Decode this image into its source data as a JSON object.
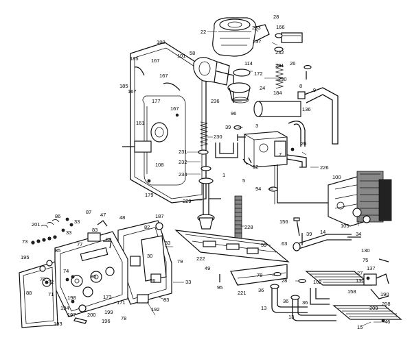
{
  "diagram": {
    "callouts": [
      {
        "id": "c28a",
        "text": "28"
      },
      {
        "id": "c22",
        "text": "22"
      },
      {
        "id": "c233",
        "text": "233"
      },
      {
        "id": "c166",
        "text": "166"
      },
      {
        "id": "c237",
        "text": "237"
      },
      {
        "id": "c232a",
        "text": "232"
      },
      {
        "id": "c231a",
        "text": "231"
      },
      {
        "id": "c180",
        "text": "180"
      },
      {
        "id": "c101",
        "text": "101"
      },
      {
        "id": "c58",
        "text": "58"
      },
      {
        "id": "c114",
        "text": "114"
      },
      {
        "id": "c26a",
        "text": "26"
      },
      {
        "id": "c172",
        "text": "172"
      },
      {
        "id": "c230a",
        "text": "230"
      },
      {
        "id": "c185a",
        "text": "185"
      },
      {
        "id": "c167a",
        "text": "167"
      },
      {
        "id": "c185b",
        "text": "185"
      },
      {
        "id": "c167b",
        "text": "167"
      },
      {
        "id": "c167c",
        "text": "167"
      },
      {
        "id": "c24",
        "text": "24"
      },
      {
        "id": "c184",
        "text": "184"
      },
      {
        "id": "c8",
        "text": "8"
      },
      {
        "id": "c9",
        "text": "9"
      },
      {
        "id": "c177",
        "text": "177"
      },
      {
        "id": "c167d",
        "text": "167"
      },
      {
        "id": "c236",
        "text": "236"
      },
      {
        "id": "c96",
        "text": "96"
      },
      {
        "id": "c136",
        "text": "136"
      },
      {
        "id": "c39a",
        "text": "39"
      },
      {
        "id": "c3",
        "text": "3"
      },
      {
        "id": "c161",
        "text": "161"
      },
      {
        "id": "c230b",
        "text": "230"
      },
      {
        "id": "c26b",
        "text": "26"
      },
      {
        "id": "c7",
        "text": "7"
      },
      {
        "id": "c231b",
        "text": "231"
      },
      {
        "id": "c232b",
        "text": "232"
      },
      {
        "id": "c108",
        "text": "108"
      },
      {
        "id": "c52",
        "text": "52"
      },
      {
        "id": "c226",
        "text": "226"
      },
      {
        "id": "c234",
        "text": "234"
      },
      {
        "id": "c1",
        "text": "1"
      },
      {
        "id": "c5",
        "text": "5"
      },
      {
        "id": "c100",
        "text": "100"
      },
      {
        "id": "c94",
        "text": "94"
      },
      {
        "id": "c179",
        "text": "179"
      },
      {
        "id": "c229",
        "text": "229"
      },
      {
        "id": "c187",
        "text": "187"
      },
      {
        "id": "c86",
        "text": "86"
      },
      {
        "id": "c87",
        "text": "87"
      },
      {
        "id": "c47",
        "text": "47"
      },
      {
        "id": "c48",
        "text": "48"
      },
      {
        "id": "c201",
        "text": "201"
      },
      {
        "id": "c33a",
        "text": "33"
      },
      {
        "id": "c33b",
        "text": "33"
      },
      {
        "id": "c83a",
        "text": "83"
      },
      {
        "id": "c89",
        "text": "89"
      },
      {
        "id": "c82",
        "text": "82"
      },
      {
        "id": "c156",
        "text": "156"
      },
      {
        "id": "c39b",
        "text": "39"
      },
      {
        "id": "c105",
        "text": "105"
      },
      {
        "id": "c34",
        "text": "34"
      },
      {
        "id": "c228",
        "text": "228"
      },
      {
        "id": "c73",
        "text": "73"
      },
      {
        "id": "c85",
        "text": "85"
      },
      {
        "id": "c77",
        "text": "77"
      },
      {
        "id": "c33c",
        "text": "33"
      },
      {
        "id": "c14",
        "text": "14"
      },
      {
        "id": "c63",
        "text": "63"
      },
      {
        "id": "c59",
        "text": "59"
      },
      {
        "id": "c222",
        "text": "222"
      },
      {
        "id": "c130a",
        "text": "130"
      },
      {
        "id": "c195",
        "text": "195"
      },
      {
        "id": "c30",
        "text": "30"
      },
      {
        "id": "c79",
        "text": "79"
      },
      {
        "id": "c75",
        "text": "75"
      },
      {
        "id": "c137",
        "text": "137"
      },
      {
        "id": "c70",
        "text": "70"
      },
      {
        "id": "c74",
        "text": "74"
      },
      {
        "id": "c72",
        "text": "72"
      },
      {
        "id": "c80",
        "text": "80"
      },
      {
        "id": "c76",
        "text": "76"
      },
      {
        "id": "c33d",
        "text": "33"
      },
      {
        "id": "c49",
        "text": "49"
      },
      {
        "id": "c78a",
        "text": "78"
      },
      {
        "id": "c28b",
        "text": "28"
      },
      {
        "id": "c102",
        "text": "102"
      },
      {
        "id": "c27",
        "text": "27"
      },
      {
        "id": "c130b",
        "text": "130"
      },
      {
        "id": "c88",
        "text": "88"
      },
      {
        "id": "c71",
        "text": "71"
      },
      {
        "id": "c95",
        "text": "95"
      },
      {
        "id": "c221",
        "text": "221"
      },
      {
        "id": "c36a",
        "text": "36"
      },
      {
        "id": "c158",
        "text": "158"
      },
      {
        "id": "c190",
        "text": "190"
      },
      {
        "id": "c198",
        "text": "198"
      },
      {
        "id": "c173",
        "text": "173"
      },
      {
        "id": "c171",
        "text": "171"
      },
      {
        "id": "c83b",
        "text": "83"
      },
      {
        "id": "c36b",
        "text": "36"
      },
      {
        "id": "c36c",
        "text": "36"
      },
      {
        "id": "c208",
        "text": "208"
      },
      {
        "id": "c194",
        "text": "194"
      },
      {
        "id": "c199",
        "text": "199"
      },
      {
        "id": "c192",
        "text": "192"
      },
      {
        "id": "c13a",
        "text": "13"
      },
      {
        "id": "c197",
        "text": "197"
      },
      {
        "id": "c200",
        "text": "200"
      },
      {
        "id": "c78b",
        "text": "78"
      },
      {
        "id": "c13b",
        "text": "13"
      },
      {
        "id": "c209",
        "text": "209"
      },
      {
        "id": "c193",
        "text": "193"
      },
      {
        "id": "c196",
        "text": "196"
      },
      {
        "id": "c46",
        "text": "46"
      },
      {
        "id": "c15",
        "text": "15"
      }
    ]
  }
}
